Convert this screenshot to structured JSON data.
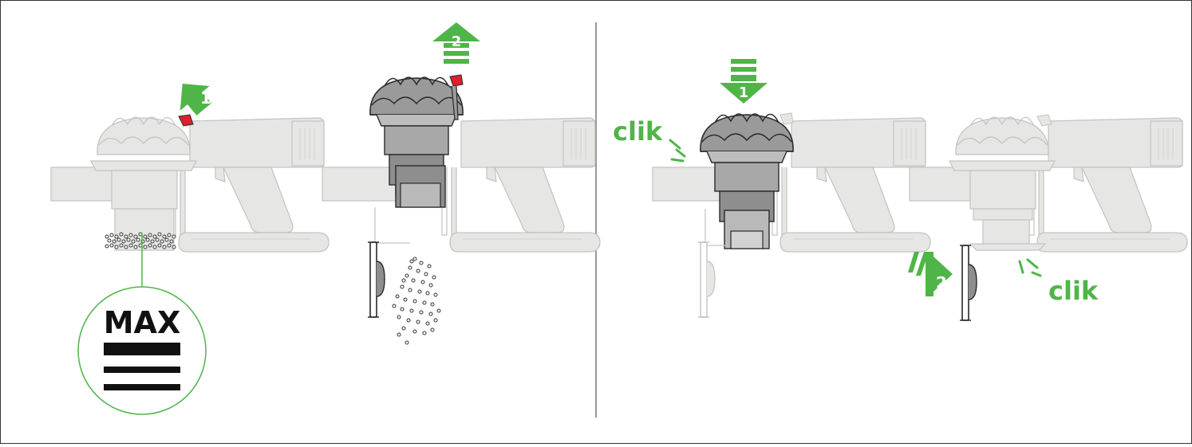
{
  "colors": {
    "accent_green": "#4fb548",
    "latch_red": "#e01e2c",
    "device_fill": "#e6e6e4",
    "device_stroke": "#c3c3c1",
    "cyclone_fill": "#9a9a9a",
    "cyclone_stroke": "#2a2a2a",
    "border": "#333333",
    "text_dark": "#111111"
  },
  "icons": [
    "arrow-up-icon",
    "arrow-down-icon",
    "arrow-right-icon",
    "red-latch-icon",
    "dust-particles-icon",
    "max-level-icon"
  ],
  "steps": {
    "step1_number": "1",
    "step2_number": "2",
    "step3_number": "1",
    "step4_number": "2"
  },
  "labels": {
    "max_label": "MAX",
    "click_label_left": "clik",
    "click_label_right": "clik"
  }
}
